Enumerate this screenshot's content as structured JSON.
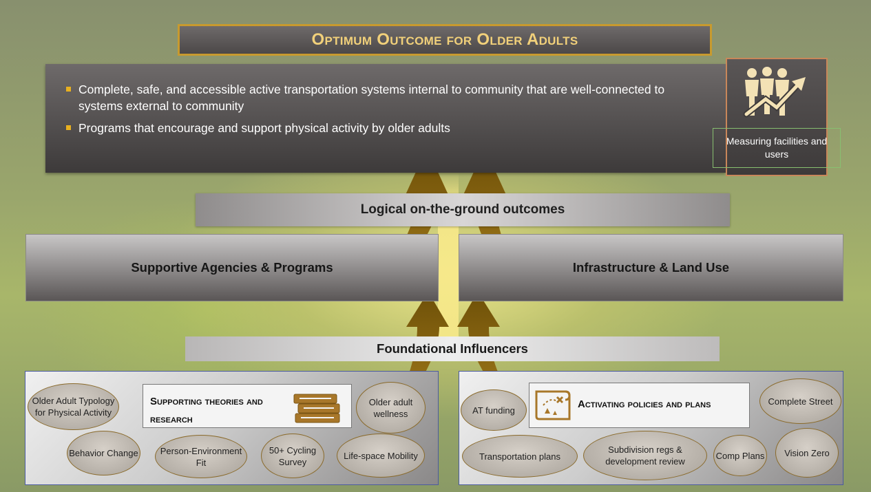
{
  "title": "Optimum Outcome for Older Adults",
  "outcomes": [
    "Complete, safe, and accessible active transportation systems internal to community that are well-connected to systems external to community",
    "Programs that encourage and support physical activity by older adults"
  ],
  "measure_label": "Measuring facilities and users",
  "logical_outcomes": "Logical on-the-ground outcomes",
  "supportive": "Supportive Agencies & Programs",
  "infrastructure": "Infrastructure & Land Use",
  "foundational": "Foundational Influencers",
  "left_group": {
    "title": "Supporting theories and research",
    "ovals": {
      "typology": "Older Adult Typology for Physical Activity",
      "wellness": "Older adult wellness",
      "behavior": "Behavior Change",
      "person_env": "Person-Environment Fit",
      "cycling": "50+ Cycling Survey",
      "lifespace": "Life-space Mobility"
    }
  },
  "right_group": {
    "title": "Activating policies and plans",
    "ovals": {
      "at_funding": "AT funding",
      "complete_street": "Complete Street",
      "transportation": "Transportation plans",
      "subdivision": "Subdivision regs & development review",
      "comp_plans": "Comp Plans",
      "vision_zero": "Vision Zero"
    }
  },
  "colors": {
    "title_text": "#f1d07a",
    "title_border": "#c89a2e",
    "bullet": "#e8b020",
    "arrow": "#7a5a10",
    "oval_border": "#8a6a2a"
  },
  "icons": [
    "people-growth-icon",
    "books-icon",
    "map-icon"
  ]
}
